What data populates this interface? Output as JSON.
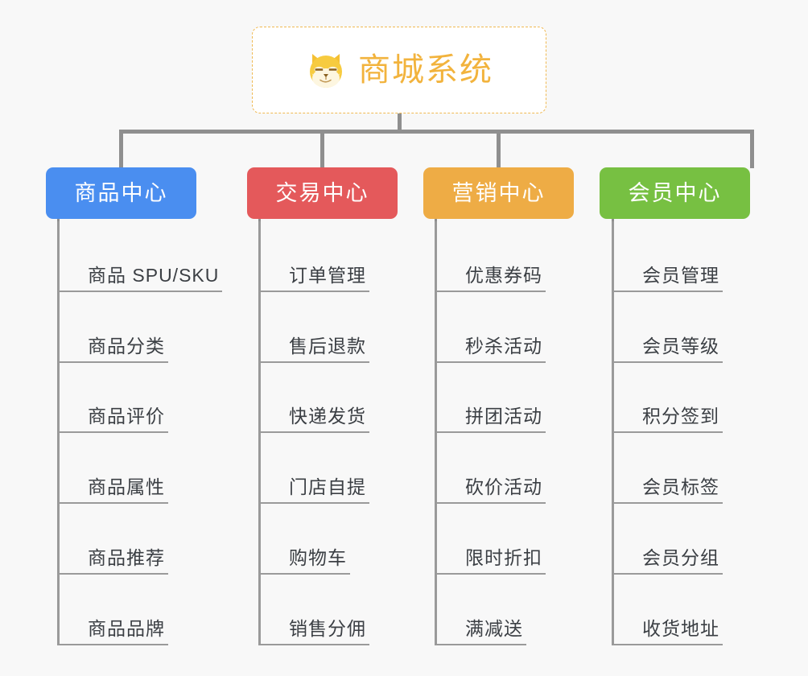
{
  "canvas": {
    "background": "#f8f8f8",
    "connector_color": "#8f8f8f",
    "leaf_line_color": "#9a9a9a",
    "leaf_text_color": "#3b3f44"
  },
  "root": {
    "title": "商城系统",
    "icon": "shiba-dog-face-emoji",
    "text_color": "#f2b33d",
    "border_color": "#f0b952",
    "background": "#ffffff"
  },
  "branches": [
    {
      "label": "商品中心",
      "color": "#4a8ef0",
      "items": [
        "商品 SPU/SKU",
        "商品分类",
        "商品评价",
        "商品属性",
        "商品推荐",
        "商品品牌"
      ]
    },
    {
      "label": "交易中心",
      "color": "#e4595b",
      "items": [
        "订单管理",
        "售后退款",
        "快递发货",
        "门店自提",
        "购物车",
        "销售分佣"
      ]
    },
    {
      "label": "营销中心",
      "color": "#eeac45",
      "items": [
        "优惠券码",
        "秒杀活动",
        "拼团活动",
        "砍价活动",
        "限时折扣",
        "满减送"
      ]
    },
    {
      "label": "会员中心",
      "color": "#77c042",
      "items": [
        "会员管理",
        "会员等级",
        "积分签到",
        "会员标签",
        "会员分组",
        "收货地址"
      ]
    }
  ]
}
